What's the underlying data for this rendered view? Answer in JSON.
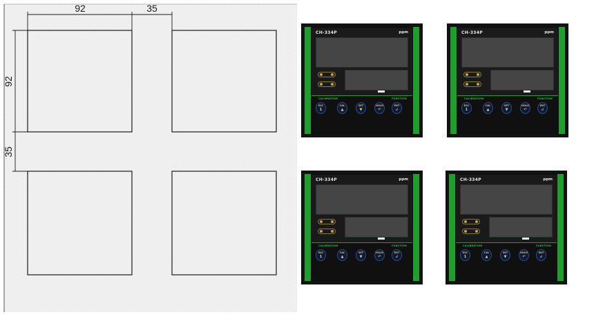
{
  "drawing": {
    "dim_width": "92",
    "dim_gap_horizontal": "35",
    "dim_height": "92",
    "dim_gap_vertical": "35"
  },
  "meter": {
    "model": "CH-334P",
    "unit": "ppm",
    "calibration_label": "CALIBRATION",
    "function_label": "FUNCTION",
    "keys": [
      {
        "label": "ESC",
        "glyph": "1"
      },
      {
        "label": "CAL",
        "glyph": "▲"
      },
      {
        "label": "SET",
        "glyph": "▼"
      },
      {
        "label": "HOLD",
        "glyph": "↶"
      },
      {
        "label": "ENT",
        "glyph": "↲"
      }
    ]
  },
  "colors": {
    "bezel": "#1f9e2e",
    "case": "#121212",
    "lcd": "#454545",
    "key_fill": "#0e1b38"
  }
}
